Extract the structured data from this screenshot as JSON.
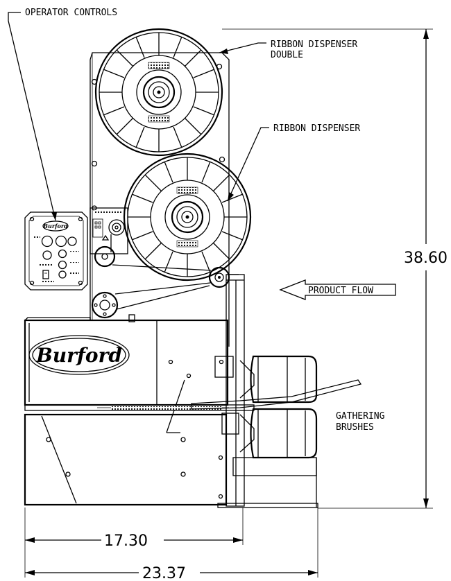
{
  "labels": {
    "operator_controls": "OPERATOR CONTROLS",
    "ribbon_dispenser_double_line1": "RIBBON DISPENSER",
    "ribbon_dispenser_double_line2": "DOUBLE",
    "ribbon_dispenser": "RIBBON DISPENSER",
    "product_flow": "PRODUCT FLOW",
    "gathering_brushes_line1": "GATHERING",
    "gathering_brushes_line2": "BRUSHES"
  },
  "dimensions": {
    "height": "38.60",
    "inner_width": "17.30",
    "overall_width": "23.37"
  },
  "logo": "Burford"
}
